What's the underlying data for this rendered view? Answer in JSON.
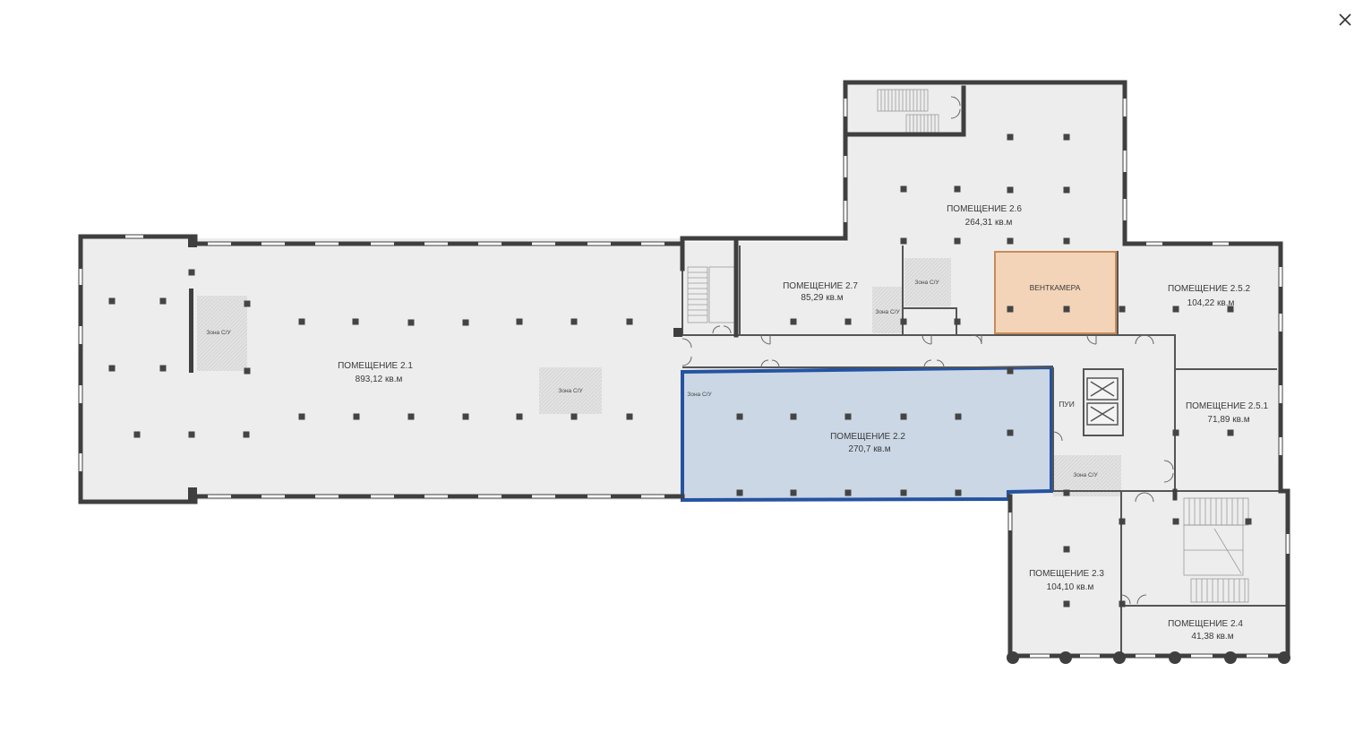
{
  "ui": {
    "close_icon": "close-icon"
  },
  "colors": {
    "background": "#ffffff",
    "floor": "#ededed",
    "wall": "#3f3f3f",
    "selected_fill": "#cbd7e5",
    "selected_border": "#2453a1",
    "ventkamera_fill": "#f3d4b8",
    "ventkamera_border": "#c98b58"
  },
  "rooms": {
    "r21": {
      "name": "ПОМЕЩЕНИЕ 2.1",
      "area": "893,12 кв.м"
    },
    "r22": {
      "name": "ПОМЕЩЕНИЕ 2.2",
      "area": "270,7 кв.м"
    },
    "r23": {
      "name": "ПОМЕЩЕНИЕ 2.3",
      "area": "104,10 кв.м"
    },
    "r24": {
      "name": "ПОМЕЩЕНИЕ 2.4",
      "area": "41,38 кв.м"
    },
    "r251": {
      "name": "ПОМЕЩЕНИЕ 2.5.1",
      "area": "71,89 кв.м"
    },
    "r252": {
      "name": "ПОМЕЩЕНИЕ 2.5.2",
      "area": "104,22 кв.м"
    },
    "r26": {
      "name": "ПОМЕЩЕНИЕ 2.6",
      "area": "264,31 кв.м"
    },
    "r27": {
      "name": "ПОМЕЩЕНИЕ 2.7",
      "area": "85,29 кв.м"
    }
  },
  "ventkamera": {
    "label": "ВЕНТКАМЕРА"
  },
  "pui": {
    "label": "ПУИ"
  },
  "wc_zones": {
    "z1": "Зона С/У",
    "z2": "Зона С/У",
    "z3": "Зона С/У",
    "z4": "Зона С/У",
    "z5": "Зона С/У",
    "z6": "Зона С/У"
  },
  "selected_room": "ПОМЕЩЕНИЕ 2.2"
}
